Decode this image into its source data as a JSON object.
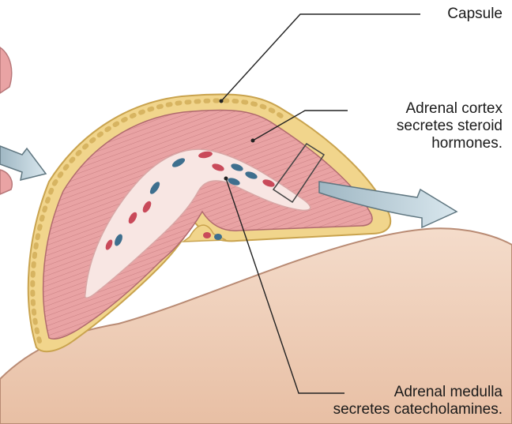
{
  "labels": {
    "capsule": "Capsule",
    "cortex": [
      "Adrenal cortex",
      "secretes steroid",
      "hormones."
    ],
    "medulla": [
      "Adrenal medulla",
      "secretes catecholamines."
    ]
  },
  "icons": {
    "arrow_left": "arrow-right-icon",
    "arrow_right": "arrow-right-icon"
  },
  "colors": {
    "capsule": "#f1d58c",
    "cortex": "#e9a3a4",
    "medulla": "#f8e6e3",
    "kidney": "#f2d3bf",
    "vessel_red": "#c94a5a",
    "vessel_blue": "#3e6f8e",
    "arrow": "#c6d8e0"
  }
}
